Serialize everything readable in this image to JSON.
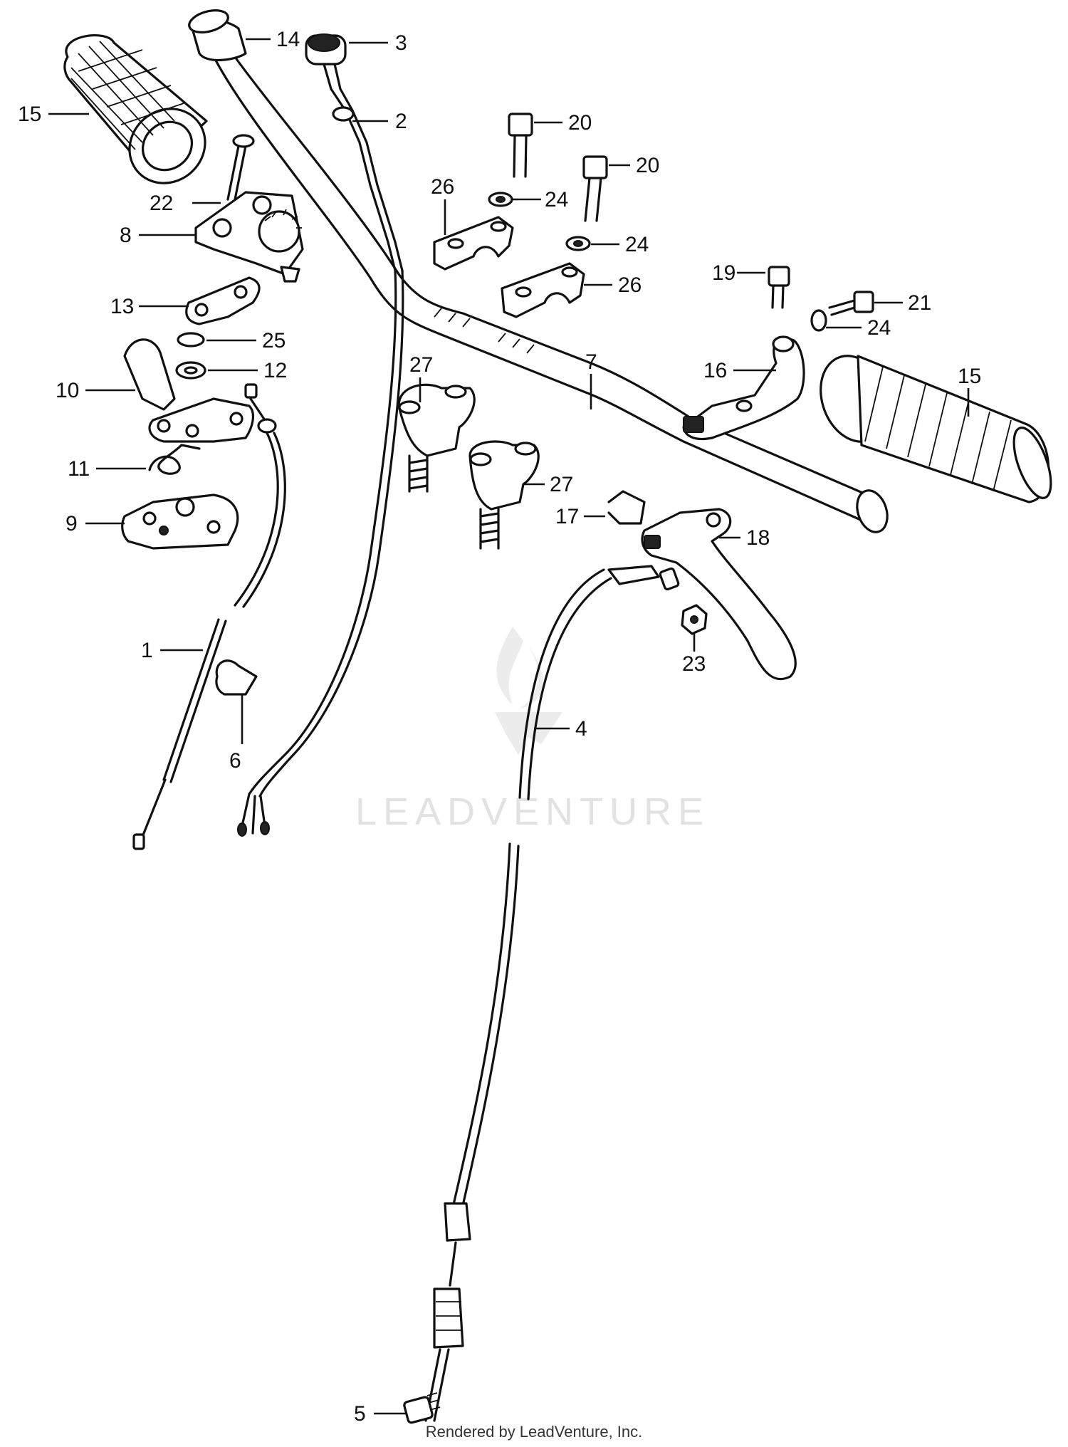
{
  "watermark": "LEADVENTURE",
  "credit": "Rendered by LeadVenture, Inc.",
  "callouts": [
    {
      "id": "c15a",
      "text": "15"
    },
    {
      "id": "c14",
      "text": "14"
    },
    {
      "id": "c3",
      "text": "3"
    },
    {
      "id": "c2",
      "text": "2"
    },
    {
      "id": "c20a",
      "text": "20"
    },
    {
      "id": "c20b",
      "text": "20"
    },
    {
      "id": "c22",
      "text": "22"
    },
    {
      "id": "c26a",
      "text": "26"
    },
    {
      "id": "c24a",
      "text": "24"
    },
    {
      "id": "c8",
      "text": "8"
    },
    {
      "id": "c24b",
      "text": "24"
    },
    {
      "id": "c26b",
      "text": "26"
    },
    {
      "id": "c19",
      "text": "19"
    },
    {
      "id": "c21",
      "text": "21"
    },
    {
      "id": "c13",
      "text": "13"
    },
    {
      "id": "c24c",
      "text": "24"
    },
    {
      "id": "c25",
      "text": "25"
    },
    {
      "id": "c12",
      "text": "12"
    },
    {
      "id": "c27a",
      "text": "27"
    },
    {
      "id": "c7",
      "text": "7"
    },
    {
      "id": "c16",
      "text": "16"
    },
    {
      "id": "c15b",
      "text": "15"
    },
    {
      "id": "c10",
      "text": "10"
    },
    {
      "id": "c11",
      "text": "11"
    },
    {
      "id": "c27b",
      "text": "27"
    },
    {
      "id": "c9",
      "text": "9"
    },
    {
      "id": "c17",
      "text": "17"
    },
    {
      "id": "c18",
      "text": "18"
    },
    {
      "id": "c1",
      "text": "1"
    },
    {
      "id": "c23",
      "text": "23"
    },
    {
      "id": "c6",
      "text": "6"
    },
    {
      "id": "c4",
      "text": "4"
    },
    {
      "id": "c5",
      "text": "5"
    }
  ]
}
